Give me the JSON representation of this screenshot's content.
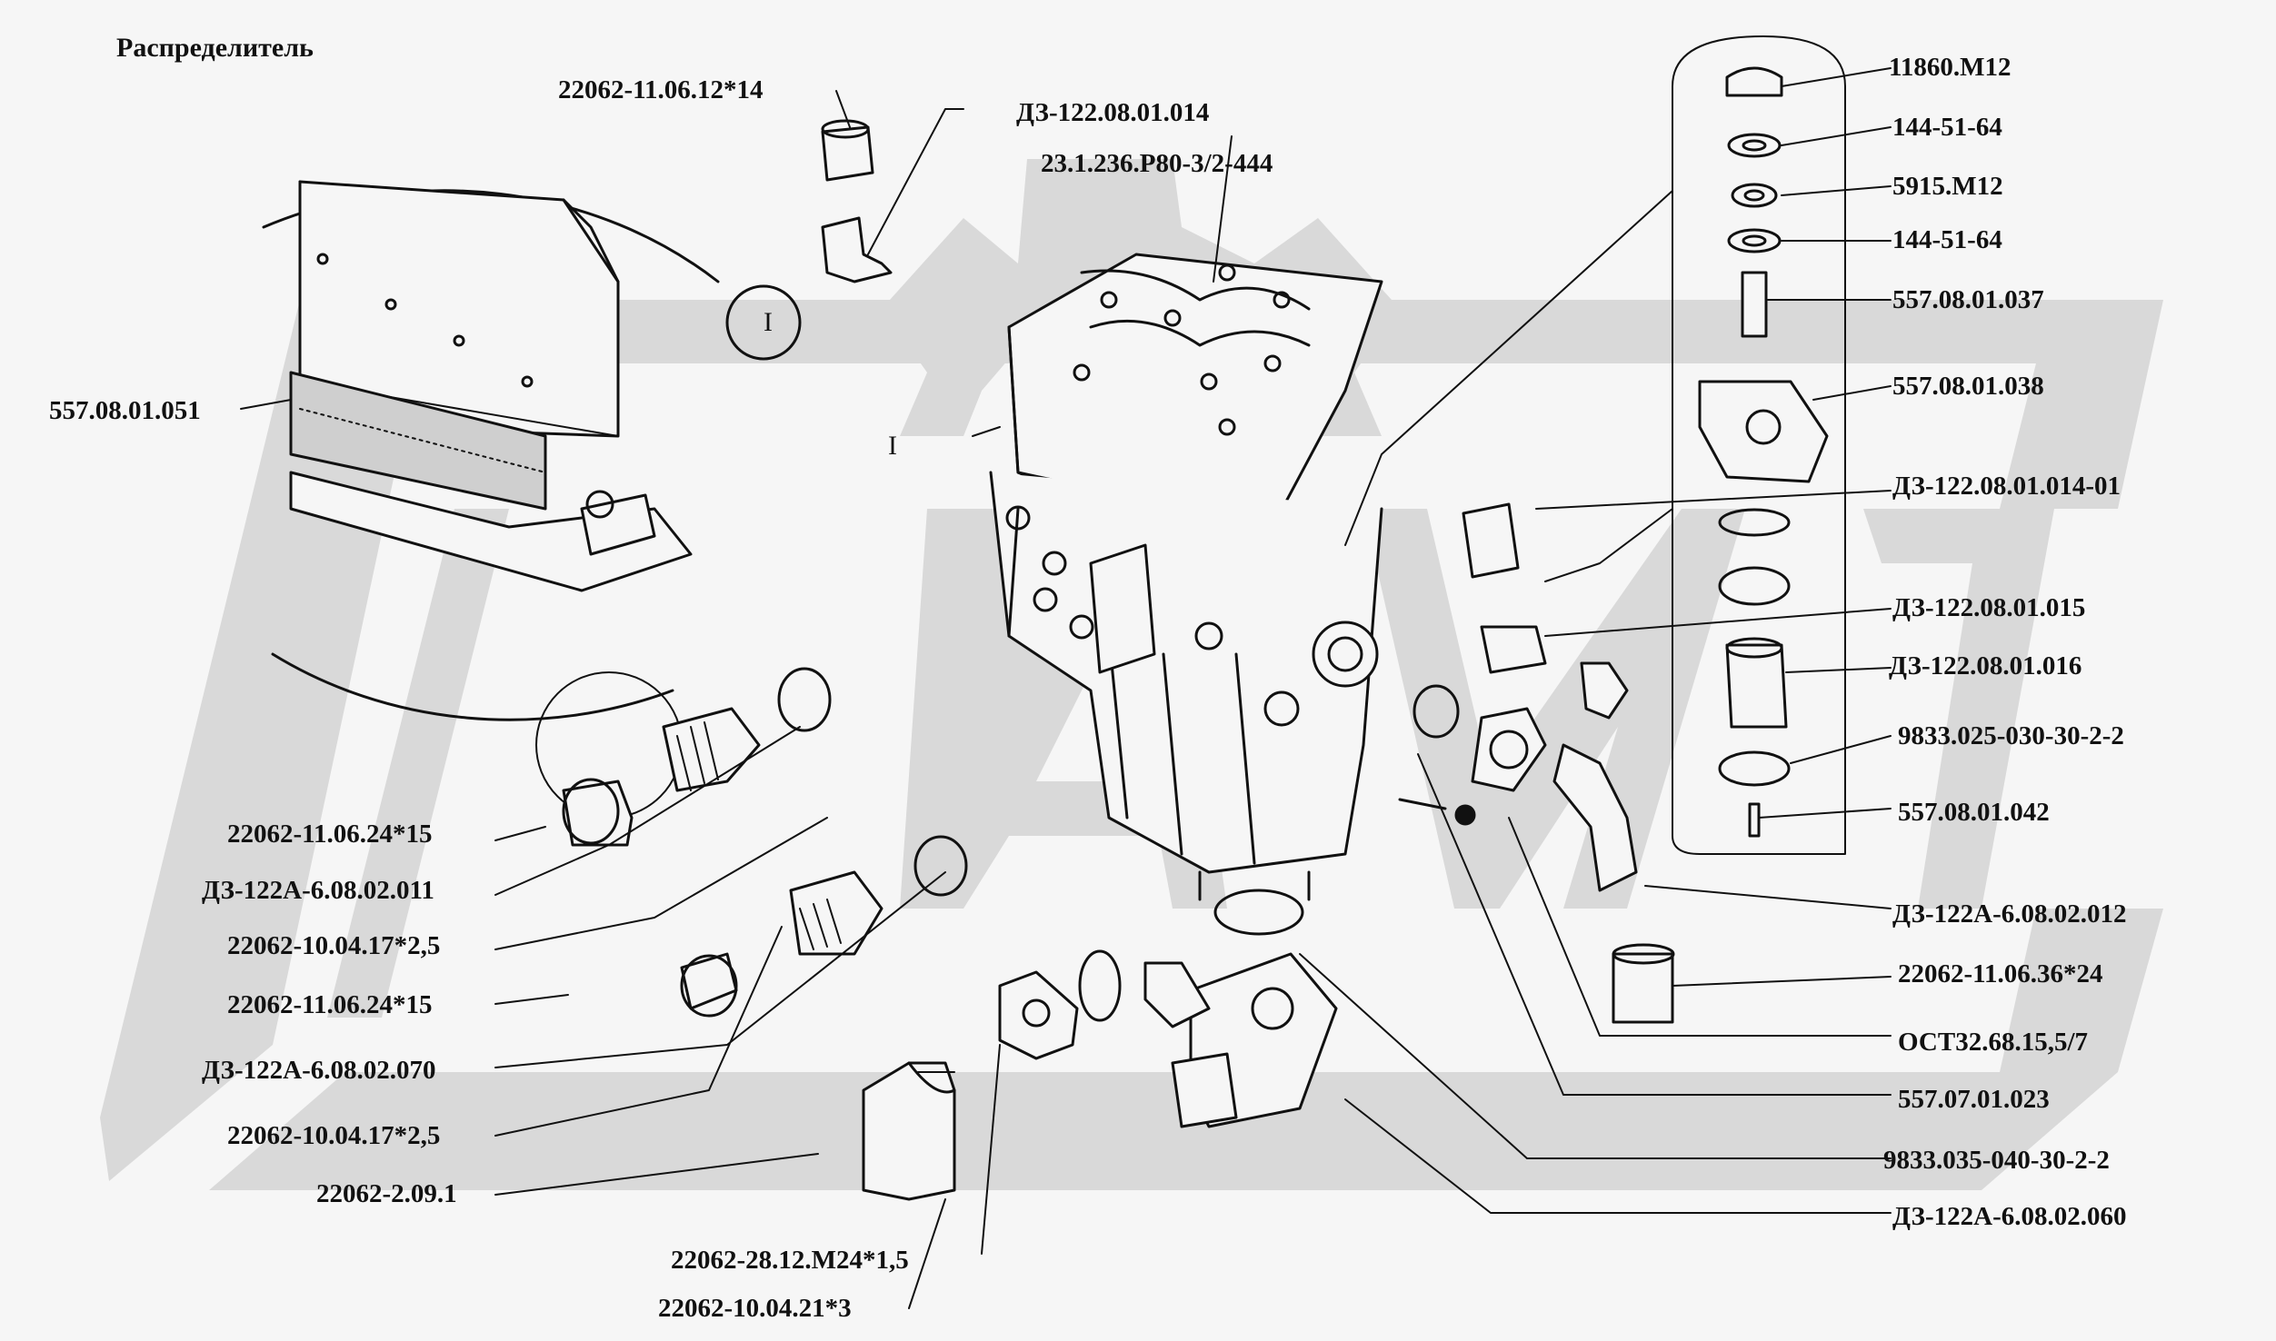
{
  "title": "Распределитель",
  "zone_label": "I",
  "colors": {
    "ink": "#111111",
    "watermark": "#d9d9d9",
    "background": "#f6f6f6"
  },
  "labels": {
    "l01": "22062-11.06.12*14",
    "l02": "ДЗ-122.08.01.014",
    "l03": "23.1.236.Р80-3/2-444",
    "l04": "557.08.01.051",
    "l05": "22062-11.06.24*15",
    "l06": "ДЗ-122А-6.08.02.011",
    "l07": "22062-10.04.17*2,5",
    "l08": "22062-11.06.24*15",
    "l09": "ДЗ-122А-6.08.02.070",
    "l10": "22062-10.04.17*2,5",
    "l11": "22062-2.09.1",
    "l12": "22062-28.12.М24*1,5",
    "l13": "22062-10.04.21*3",
    "r01": "11860.М12",
    "r02": "144-51-64",
    "r03": "5915.М12",
    "r04": "144-51-64",
    "r05": "557.08.01.037",
    "r06": "557.08.01.038",
    "r07": "ДЗ-122.08.01.014-01",
    "r08": "ДЗ-122.08.01.015",
    "r09": "ДЗ-122.08.01.016",
    "r10": "9833.025-030-30-2-2",
    "r11": "557.08.01.042",
    "r12": "ДЗ-122А-6.08.02.012",
    "r13": "22062-11.06.36*24",
    "r14": "ОСТ32.68.15,5/7",
    "r15": "557.07.01.023",
    "r16": "9833.035-040-30-2-2",
    "r17": "ДЗ-122А-6.08.02.060"
  }
}
